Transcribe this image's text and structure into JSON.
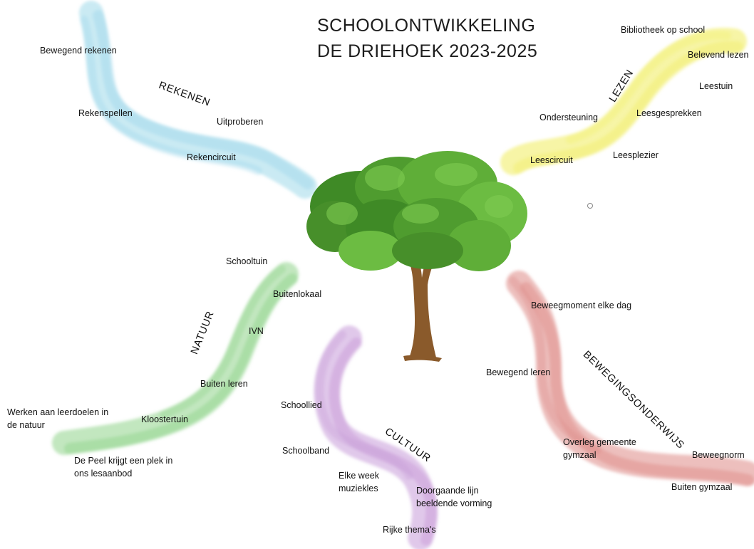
{
  "title": {
    "line1": "SCHOOLONTWIKKELING",
    "line2": "DE DRIEHOEK 2023-2025"
  },
  "colors": {
    "rekenen": "#9fd8ea",
    "lezen": "#f2ee6a",
    "natuur": "#8fd48a",
    "cultuur": "#c79ad8",
    "beweging": "#de8a86",
    "foliage": "#4f9c2f",
    "trunk": "#8a5a2b"
  },
  "branches": {
    "rekenen": {
      "heading": "REKENEN",
      "items": [
        "Bewegend rekenen",
        "Rekenspellen",
        "Uitproberen",
        "Rekencircuit"
      ]
    },
    "lezen": {
      "heading": "LEZEN",
      "items": [
        "Bibliotheek op school",
        "Belevend lezen",
        "Leestuin",
        "Ondersteuning",
        "Leesgesprekken",
        "Leescircuit",
        "Leesplezier"
      ]
    },
    "natuur": {
      "heading": "NATUUR",
      "items": [
        "Schooltuin",
        "Buitenlokaal",
        "IVN",
        "Buiten leren",
        "Werken aan leerdoelen in de natuur",
        "Kloostertuin",
        "De Peel krijgt een plek in ons lesaanbod"
      ]
    },
    "cultuur": {
      "heading": "CULTUUR",
      "items": [
        "Schoollied",
        "Schoolband",
        "Elke week muziekles",
        "Doorgaande lijn beeldende vorming",
        "Rijke thema's"
      ]
    },
    "bewegingsonderwijs": {
      "heading": "BEWEGINGSONDERWIJS",
      "items": [
        "Beweegmoment elke dag",
        "Bewegend leren",
        "Overleg gemeente gymzaal",
        "Beweegnorm",
        "Buiten gymzaal"
      ]
    }
  }
}
